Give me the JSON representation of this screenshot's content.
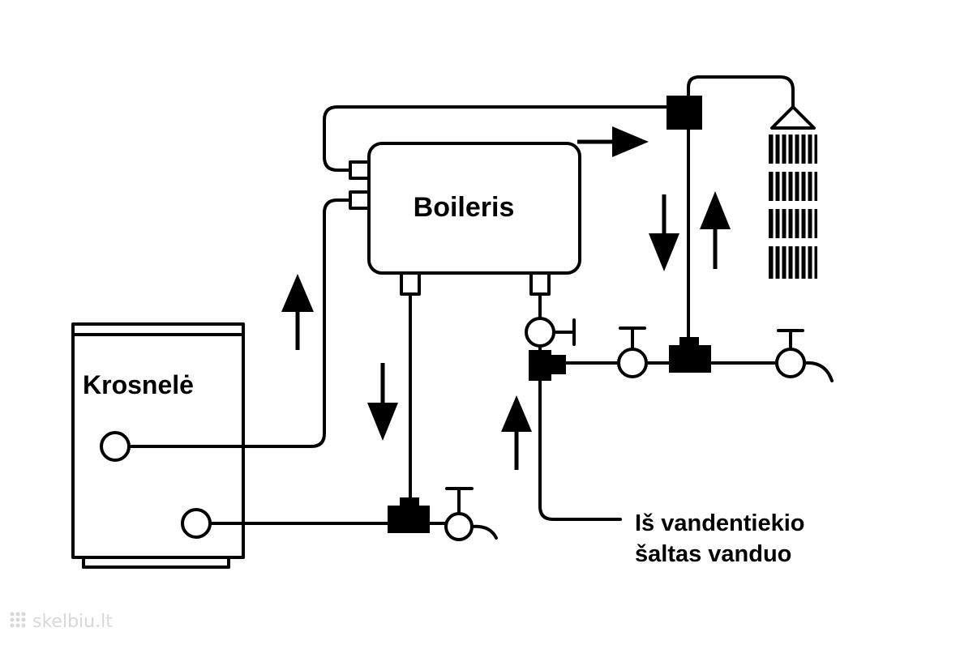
{
  "labels": {
    "boiler": "Boileris",
    "stove": "Krosnelė",
    "cold_water_line1": "Iš vandentiekio",
    "cold_water_line2": "šaltas vanduo"
  },
  "watermark": "skelbiu.lt",
  "colors": {
    "ink": "#000000",
    "background": "#ffffff",
    "watermark": "#d8d8d8"
  }
}
